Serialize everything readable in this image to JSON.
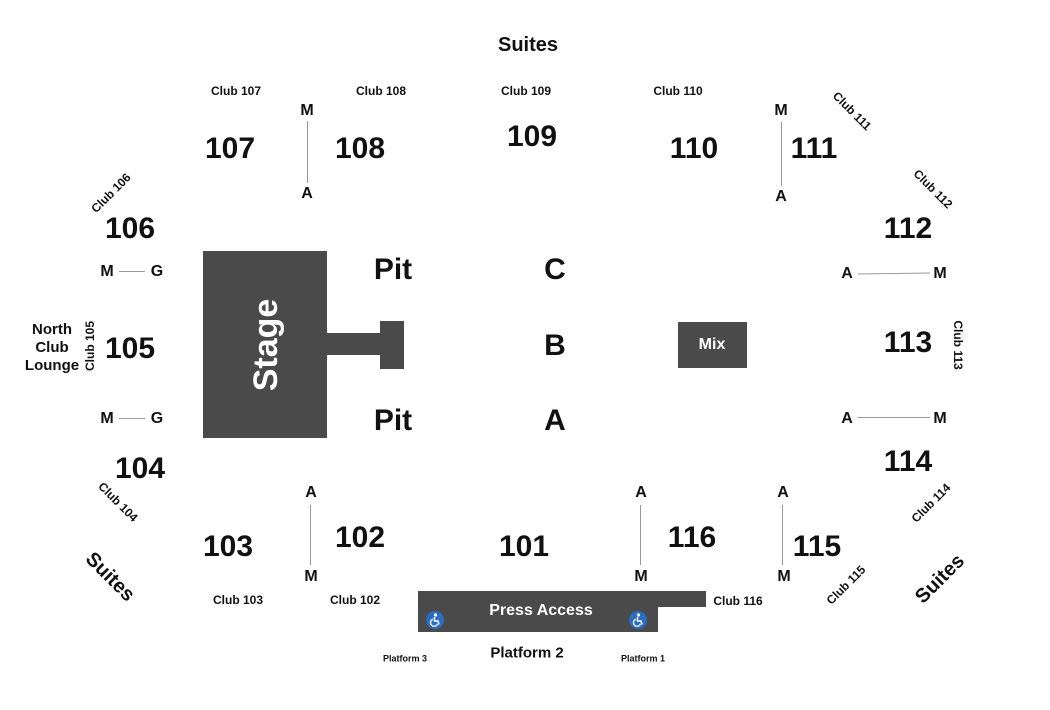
{
  "suites": {
    "top": "Suites",
    "bottom_left": "Suites",
    "bottom_right": "Suites"
  },
  "clubs": {
    "c102": "Club 102",
    "c103": "Club 103",
    "c104": "Club 104",
    "c105": "Club 105",
    "c106": "Club 106",
    "c107": "Club 107",
    "c108": "Club 108",
    "c109": "Club 109",
    "c110": "Club 110",
    "c111": "Club 111",
    "c112": "Club 112",
    "c113": "Club 113",
    "c114": "Club 114",
    "c115": "Club 115",
    "c116": "Club 116"
  },
  "sections": {
    "s101": "101",
    "s102": "102",
    "s103": "103",
    "s104": "104",
    "s105": "105",
    "s106": "106",
    "s107": "107",
    "s108": "108",
    "s109": "109",
    "s110": "110",
    "s111": "111",
    "s112": "112",
    "s113": "113",
    "s114": "114",
    "s115": "115",
    "s116": "116"
  },
  "aisle": {
    "m": "M",
    "a": "A",
    "g": "G"
  },
  "lounge": {
    "line1": "North",
    "line2": "Club",
    "line3": "Lounge"
  },
  "floor": {
    "stage": "Stage",
    "pit": "Pit",
    "a": "A",
    "b": "B",
    "c": "C",
    "mix": "Mix"
  },
  "press_access": "Press Access",
  "platforms": {
    "p1": "Platform 1",
    "p2": "Platform 2",
    "p3": "Platform 3"
  },
  "colors": {
    "block": "#4a4a4a",
    "accessible": "#2b6cc4",
    "divider": "#999999"
  },
  "icons": {
    "accessible": "wheelchair-icon"
  }
}
